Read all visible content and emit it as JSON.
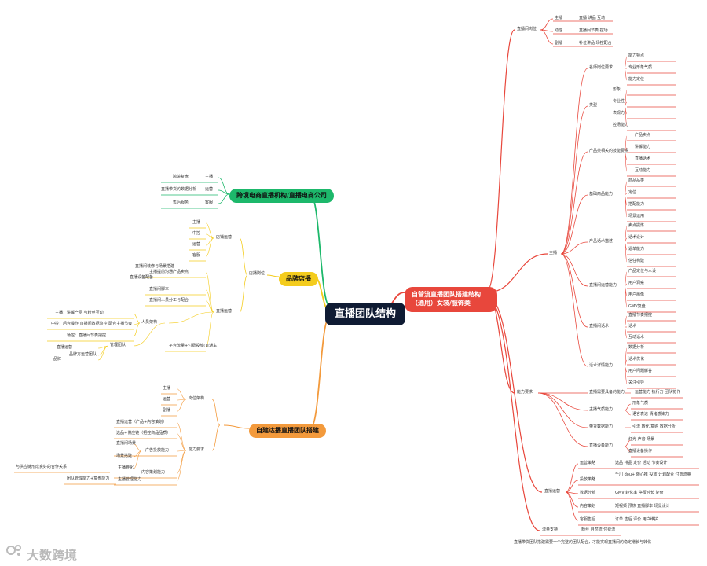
{
  "central": {
    "title": "直播团队结构"
  },
  "branches": {
    "red": {
      "title": "自营流直播团队搭建结构（通用）女装/服饰类",
      "color": "#e8473c",
      "hubs": {
        "top": "直播间岗位",
        "main": "主播",
        "ability": "能力要求",
        "scene": "直播运营",
        "traffic": "流量支持"
      },
      "top_items": [
        {
          "label": "主播",
          "detail": "直播 讲品 互动"
        },
        {
          "label": "助理",
          "detail": "直播间节奏 控场"
        },
        {
          "label": "副播",
          "detail": "补位讲品 场控配合"
        }
      ],
      "main_subs": [
        {
          "label": "名师岗位要求",
          "items": [
            "能力特点",
            "专业形象气质",
            "能力定位"
          ]
        },
        {
          "label": "类型",
          "items": [
            "形象",
            "专业性",
            "表现力",
            "控场能力"
          ]
        },
        {
          "label": "产品类相关的技能要求",
          "items": [
            "产品卖点",
            "讲解能力",
            "直播话术",
            "互动能力"
          ]
        },
        {
          "label": "基础商品能力",
          "items": [
            "商品品类",
            "定位",
            "搭配能力",
            "场景运用"
          ]
        },
        {
          "label": "产品话术描述",
          "items": [
            "卖点提炼",
            "话术设计",
            "逼单能力",
            "信任构建"
          ]
        },
        {
          "label": "直播间运营能力",
          "items": [
            "产品定位与人设",
            "用户洞察",
            "用户画像",
            "GMV复盘"
          ]
        },
        {
          "label": "直播间话术",
          "items": [
            "直播节奏把控",
            "话术",
            "互动话术"
          ]
        },
        {
          "label": "话术详情能力",
          "items": [
            "数据分析",
            "话术优化",
            "用户问题解答",
            "关注引导"
          ]
        }
      ],
      "ability_items": [
        {
          "label": "直播需要具备的能力",
          "items": [
            "运营能力 执行力 团队协作"
          ]
        },
        {
          "label": "主播气质能力",
          "items": [
            "形象气质",
            "语言表达 情绪感染力"
          ]
        },
        {
          "label": "带货数据能力",
          "items": [
            "引流 转化 复购 数据分析"
          ]
        },
        {
          "label": "直播设备能力",
          "items": [
            "灯光 声音 场景",
            "直播设备操作"
          ]
        }
      ],
      "scene_items": [
        {
          "label": "运营策略",
          "detail": "选品 排品 定价 活动 节奏设计"
        },
        {
          "label": "投放策略",
          "detail": "千川 dou+ 随心推 投放 计划配合 付费流量"
        },
        {
          "label": "数据分析",
          "detail": "GMV 转化率 停留时长 复盘"
        },
        {
          "label": "内容策划",
          "detail": "短视频 预热 直播脚本 场景设计"
        },
        {
          "label": "客服售后",
          "detail": "订单 售后 评价 用户维护"
        }
      ],
      "traffic_item": "粉丝 自然流 付费流",
      "footer_note": "直播带货团队搭建需要一个完整的团队配合，才能实现直播间的稳定增长与转化"
    },
    "green": {
      "title": "跨境电商直播机构/直播电商公司",
      "color": "#1db86b",
      "items": [
        {
          "label": "主播",
          "detail": "跨境复盘"
        },
        {
          "label": "运营",
          "detail": "直播带货的数据分析"
        },
        {
          "label": "客服",
          "detail": "售后服务"
        }
      ]
    },
    "yellow": {
      "title": "品牌店播",
      "color": "#f4cc1d",
      "sub1": {
        "label": "店播岗位",
        "groups": [
          {
            "label": "店铺运营",
            "items": [
              "主播",
              "中控",
              "运营",
              "客服"
            ]
          },
          {
            "label": "直播运营",
            "items": []
          }
        ]
      },
      "items": [
        "主播提前沟通产品卖点",
        "直播间脚本",
        "直播间人员分工与配合",
        "平台流量+付费投放(直通车)"
      ],
      "people": {
        "label": "人员架构",
        "items": [
          "主播：讲解产品 与粉丝互动",
          "中控：后台操作 直播间数据监控 配合主播节奏",
          "场控：直播间节奏把控"
        ]
      },
      "manage": {
        "label": "管理团队",
        "items": [
          "品牌方运营团队",
          "直播运营",
          "品牌"
        ]
      },
      "note_left": [
        "直播间装修与场景搭建",
        "直播设备配备"
      ]
    },
    "orange": {
      "title": "自建达播直播团队搭建",
      "color": "#f39a3c",
      "sub1": {
        "label": "岗位架构",
        "items": [
          "主播",
          "运营",
          "副播"
        ]
      },
      "sub2": {
        "label": "能力要求",
        "items": [
          "直播运营（产品+内容策划）",
          "选品+供应链（把控商品品质）",
          "广告投放能力",
          "内容策划能力",
          "主播管理能力"
        ]
      },
      "notes": [
        "直播间场景",
        "场景搭建",
        "与供应链形成良好的合作关系",
        "主播孵化",
        "团队管理能力+复盘能力"
      ]
    }
  },
  "watermark": {
    "text": "大数跨境"
  }
}
